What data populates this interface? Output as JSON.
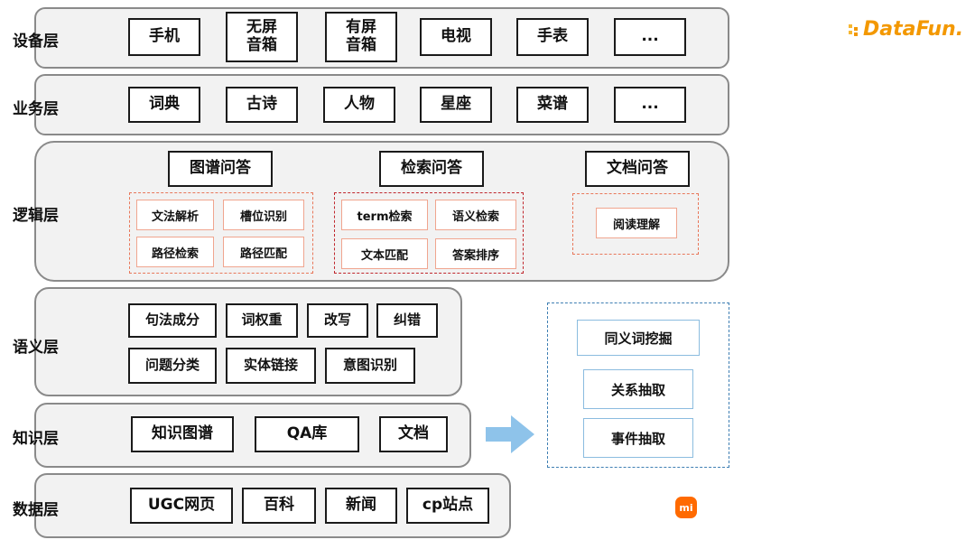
{
  "layers": {
    "device": {
      "label": "设备层",
      "items": [
        "手机",
        "无屏\n音箱",
        "有屏\n音箱",
        "电视",
        "手表",
        "..."
      ]
    },
    "business": {
      "label": "业务层",
      "items": [
        "词典",
        "古诗",
        "人物",
        "星座",
        "菜谱",
        "..."
      ]
    },
    "logic": {
      "label": "逻辑层",
      "graph_qa": {
        "title": "图谱问答",
        "items": [
          "文法解析",
          "槽位识别",
          "路径检索",
          "路径匹配"
        ]
      },
      "search_qa": {
        "title": "检索问答",
        "items": [
          "term检索",
          "语义检索",
          "文本匹配",
          "答案排序"
        ]
      },
      "doc_qa": {
        "title": "文档问答",
        "items": [
          "阅读理解"
        ]
      }
    },
    "semantic": {
      "label": "语义层",
      "row1": [
        "句法成分",
        "词权重",
        "改写",
        "纠错"
      ],
      "row2": [
        "问题分类",
        "实体链接",
        "意图识别"
      ]
    },
    "knowledge": {
      "label": "知识层",
      "items": [
        "知识图谱",
        "QA库",
        "文档"
      ]
    },
    "data": {
      "label": "数据层",
      "items": [
        "UGC网页",
        "百科",
        "新闻",
        "cp站点"
      ]
    }
  },
  "mining": {
    "items": [
      "同义词挖掘",
      "关系抽取",
      "事件抽取"
    ]
  },
  "brand": {
    "name": "DataFun.",
    "mi_label": "mi"
  },
  "colors": {
    "graph_qa": "#e8775a",
    "search_qa": "#c0272d",
    "doc_qa": "#e8775a",
    "mining": "#3f7fb3",
    "arrow": "#8ec3ea"
  }
}
